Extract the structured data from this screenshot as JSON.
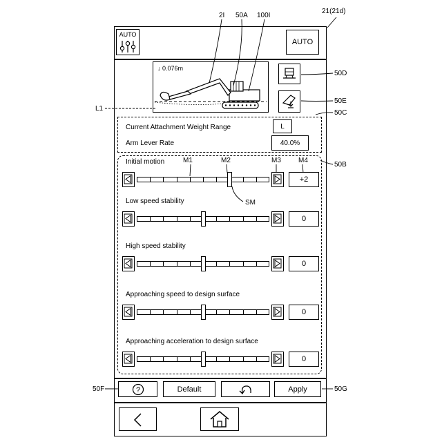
{
  "refs": {
    "device": "21(21d)",
    "arm": "2I",
    "screen_a": "50A",
    "machine": "100I",
    "guidance": "50D",
    "bucket": "50E",
    "info_panel": "50C",
    "line": "L1",
    "slider_panel": "50B",
    "m1": "M1",
    "m2": "M2",
    "m3": "M3",
    "m4": "M4",
    "sm": "SM",
    "help": "50F",
    "apply": "50G"
  },
  "header": {
    "auto_left_label": "AUTO",
    "auto_right_label": "AUTO"
  },
  "view": {
    "depth_readout": "0.076m"
  },
  "info": {
    "weight_range_label": "Current Attachment Weight Range",
    "weight_range_value": "L",
    "arm_rate_label": "Arm Lever Rate",
    "arm_rate_value": "40.0%"
  },
  "sliders": [
    {
      "label": "Initial motion",
      "value_text": "+2",
      "value": 2
    },
    {
      "label": "Low speed stability",
      "value_text": "0",
      "value": 0
    },
    {
      "label": "High speed stability",
      "value_text": "0",
      "value": 0
    },
    {
      "label": "Approaching speed to design surface",
      "value_text": "0",
      "value": 0
    },
    {
      "label": "Approaching acceleration to design surface",
      "value_text": "0",
      "value": 0
    }
  ],
  "slider_scale": {
    "min": -5,
    "max": 5
  },
  "actions": {
    "help_symbol": "?",
    "default_label": "Default",
    "apply_label": "Apply"
  },
  "icons": {
    "back": "chevron-left-icon",
    "home": "home-icon",
    "undo": "undo-icon",
    "guidance": "machine-guidance-icon",
    "bucket": "bucket-icon",
    "auto_tuning": "equalizer-icon"
  }
}
